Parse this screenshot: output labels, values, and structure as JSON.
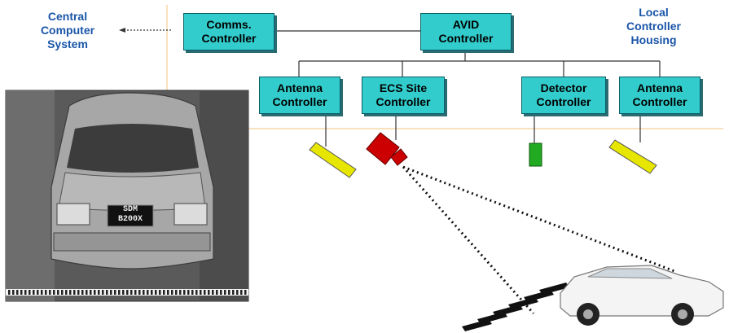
{
  "left_label": [
    "Central",
    "Computer",
    "System"
  ],
  "right_label": [
    "Local",
    "Controller",
    "Housing"
  ],
  "boxes": {
    "comms": [
      "Comms.",
      "Controller"
    ],
    "avid": [
      "AVID",
      "Controller"
    ],
    "antenna_left": [
      "Antenna",
      "Controller"
    ],
    "ecs": [
      "ECS Site",
      "Controller"
    ],
    "detector": [
      "Detector",
      "Controller"
    ],
    "antenna_right": [
      "Antenna",
      "Controller"
    ]
  },
  "plate": [
    "SDM",
    "B200X"
  ],
  "colors": {
    "box_fill": "#33cccc",
    "label_blue": "#1a55a8",
    "housing_outline": "#f5d9a8",
    "antenna": "#e6e600",
    "camera": "#cc0000",
    "detector": "#22aa22"
  }
}
